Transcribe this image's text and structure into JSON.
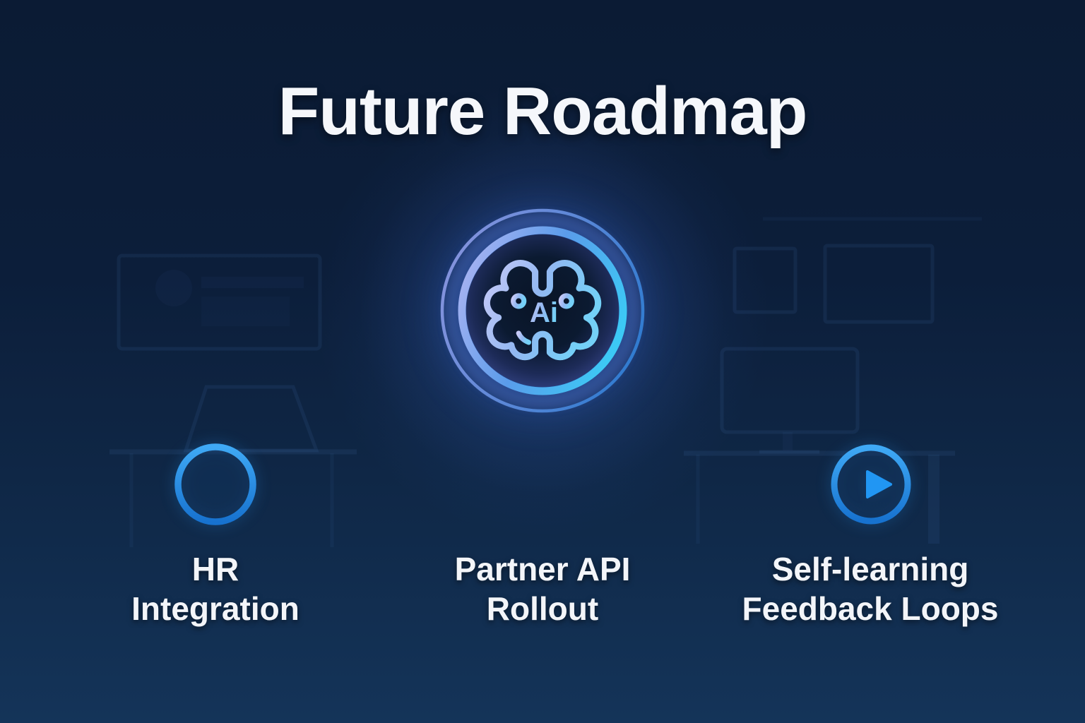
{
  "title": "Future Roadmap",
  "center_icon": {
    "label": "Ai"
  },
  "milestones": [
    {
      "line1": "HR",
      "line2": "Integration"
    },
    {
      "line1": "Partner API",
      "line2": "Rollout"
    },
    {
      "line1": "Self-learning",
      "line2": "Feedback Loops"
    }
  ],
  "colors": {
    "background_top": "#0b1b34",
    "background_bottom": "#143459",
    "timeline_blue": "#2196f3",
    "ring_lavender": "#a9b3f2",
    "ring_cyan": "#3cc9f5",
    "brain_stroke_light": "#c6c9f7",
    "text": "#f3f5f9"
  }
}
